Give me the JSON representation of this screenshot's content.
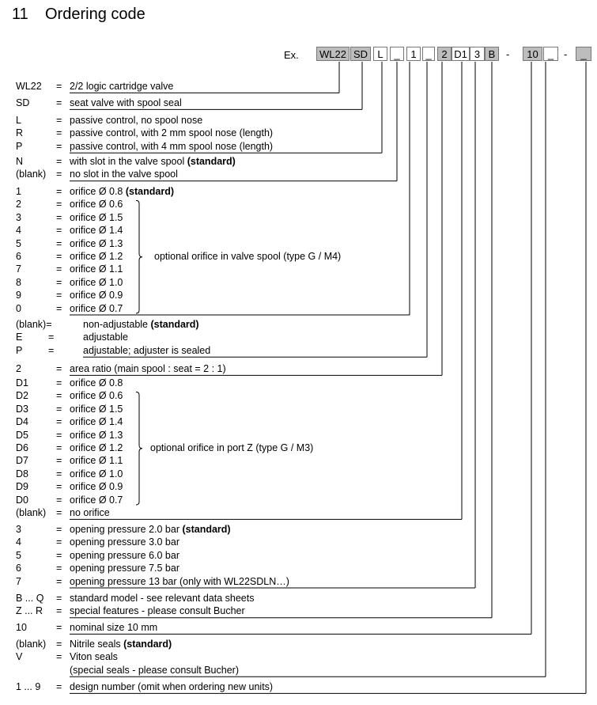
{
  "section": {
    "number": "11",
    "title": "Ordering code"
  },
  "example": {
    "label": "Ex.",
    "slots": [
      "WL22",
      "SD",
      "L",
      "_",
      "1",
      "_",
      "2",
      "D1",
      "3",
      "B",
      "-",
      "10",
      "_",
      "-",
      "_"
    ]
  },
  "groups": [
    {
      "name": "type",
      "rows": [
        {
          "code": "WL22",
          "desc": "2/2 logic cartridge valve"
        }
      ]
    },
    {
      "name": "seat",
      "rows": [
        {
          "code": "SD",
          "desc": "seat valve with spool seal"
        }
      ]
    },
    {
      "name": "control",
      "rows": [
        {
          "code": "L",
          "desc": "passive control, no spool nose"
        },
        {
          "code": "R",
          "desc": "passive control, with 2 mm spool nose (length)"
        },
        {
          "code": "P",
          "desc": "passive control, with 4 mm spool nose (length)"
        }
      ]
    },
    {
      "name": "slot",
      "rows": [
        {
          "code": "N",
          "desc": "with slot in the valve spool ",
          "bold": "(standard)"
        },
        {
          "code": "(blank)",
          "desc": "no slot in the valve spool"
        }
      ]
    },
    {
      "name": "spool-orifice",
      "note": "optional orifice in valve spool (type G / M4)",
      "rows": [
        {
          "code": "1",
          "desc": "orifice Ø 0.8 ",
          "bold": "(standard)"
        },
        {
          "code": "2",
          "desc": "orifice Ø 0.6"
        },
        {
          "code": "3",
          "desc": "orifice Ø 1.5"
        },
        {
          "code": "4",
          "desc": "orifice Ø 1.4"
        },
        {
          "code": "5",
          "desc": "orifice Ø 1.3"
        },
        {
          "code": "6",
          "desc": "orifice Ø 1.2"
        },
        {
          "code": "7",
          "desc": "orifice Ø 1.1"
        },
        {
          "code": "8",
          "desc": "orifice Ø 1.0"
        },
        {
          "code": "9",
          "desc": "orifice Ø 0.9"
        },
        {
          "code": "0",
          "desc": "orifice Ø 0.7"
        }
      ]
    },
    {
      "name": "adjuster",
      "rows": [
        {
          "code": "(blank)=",
          "desc": "non-adjustable  ",
          "bold": "(standard)"
        },
        {
          "code": "E",
          "eq": "=",
          "desc": "adjustable"
        },
        {
          "code": "P",
          "eq": "=",
          "desc": "adjustable; adjuster is sealed"
        }
      ]
    },
    {
      "name": "area-ratio",
      "rows": [
        {
          "code": "2",
          "desc": "area ratio (main spool : seat = 2 : 1)"
        }
      ]
    },
    {
      "name": "port-z-orifice",
      "note": "optional orifice in port Z (type G / M3)",
      "rows": [
        {
          "code": "D1",
          "desc": "orifice Ø 0.8"
        },
        {
          "code": "D2",
          "desc": "orifice Ø 0.6"
        },
        {
          "code": "D3",
          "desc": "orifice Ø 1.5"
        },
        {
          "code": "D4",
          "desc": "orifice Ø 1.4"
        },
        {
          "code": "D5",
          "desc": "orifice Ø 1.3"
        },
        {
          "code": "D6",
          "desc": "orifice Ø 1.2"
        },
        {
          "code": "D7",
          "desc": "orifice Ø 1.1"
        },
        {
          "code": "D8",
          "desc": "orifice Ø 1.0"
        },
        {
          "code": "D9",
          "desc": "orifice Ø 0.9"
        },
        {
          "code": "D0",
          "desc": "orifice Ø 0.7"
        },
        {
          "code": "(blank)",
          "desc": "no orifice"
        }
      ]
    },
    {
      "name": "opening-pressure",
      "rows": [
        {
          "code": "3",
          "desc": "opening pressure 2.0 bar ",
          "bold": "(standard)"
        },
        {
          "code": "4",
          "desc": "opening pressure 3.0 bar"
        },
        {
          "code": "5",
          "desc": "opening pressure 6.0 bar"
        },
        {
          "code": "6",
          "desc": "opening pressure 7.5 bar"
        },
        {
          "code": "7",
          "desc": "opening pressure 13 bar (only with WL22SDLN…)"
        }
      ]
    },
    {
      "name": "model",
      "rows": [
        {
          "code": "B ... Q",
          "desc": "standard model - see relevant data sheets"
        },
        {
          "code": "Z ... R",
          "desc": "special features - please consult Bucher"
        }
      ]
    },
    {
      "name": "size",
      "rows": [
        {
          "code": "10",
          "desc": "nominal size 10 mm"
        }
      ]
    },
    {
      "name": "seals",
      "rows": [
        {
          "code": "(blank)",
          "desc": "Nitrile seals ",
          "bold": "(standard)"
        },
        {
          "code": "V",
          "desc": "Viton seals"
        },
        {
          "code": "",
          "desc": "(special seals - please consult Bucher)"
        }
      ]
    },
    {
      "name": "design-number",
      "rows": [
        {
          "code": "1 ... 9",
          "desc": "design number (omit when ordering new units)"
        }
      ]
    }
  ]
}
